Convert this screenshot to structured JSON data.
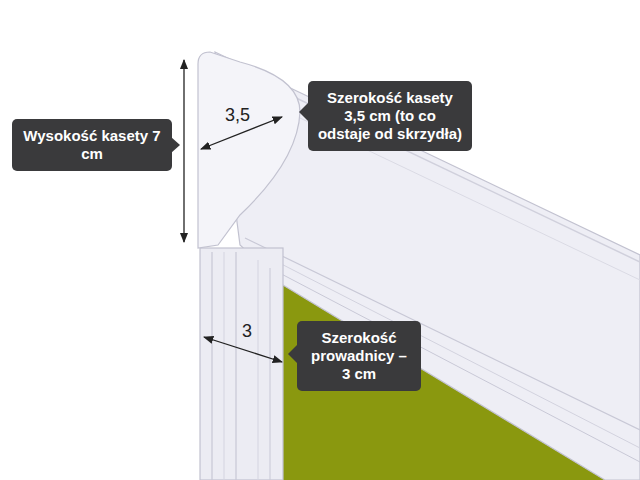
{
  "diagram": {
    "nodes": [
      {
        "text": [
          "Szerokość kasety 3,5 cm (to co odstaje od skrzydła)"
        ]
      },
      {
        "text": [
          "Wysokość kasety 7 cm"
        ]
      },
      {
        "text": [
          "Szerokość prowadnicy – 3 cm"
        ]
      }
    ],
    "labels": [
      "3,5",
      "3"
    ]
  }
}
